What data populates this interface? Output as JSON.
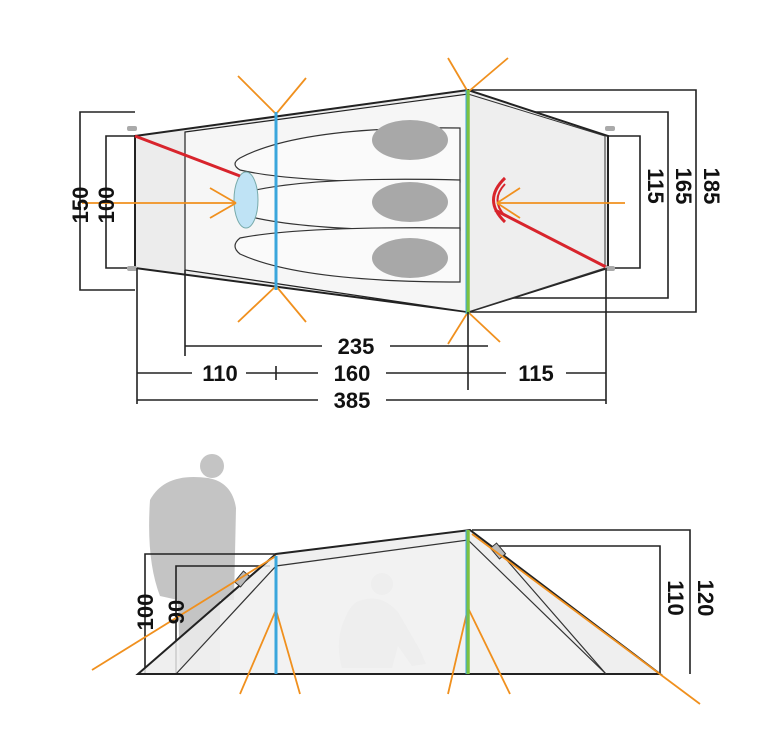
{
  "colors": {
    "guyline": "#f0901e",
    "pole_blue": "#3aa6dc",
    "pole_green": "#7cc242",
    "pole_red": "#d8242c",
    "tent_fill": "#ececec",
    "body_fill": "#f6f6f6",
    "silhouette": "#c4c4c4",
    "window": "#bfe3f5"
  },
  "icons": [
    "person-standing-icon",
    "person-sitting-icon",
    "sleeping-bag-icon"
  ],
  "top_view": {
    "dim_width_inner": "100",
    "dim_width_outer": "150",
    "dim_right_inner": "115",
    "dim_right_mid": "165",
    "dim_right_outer": "185",
    "dim_inner_length": "235",
    "dim_front": "110",
    "dim_middle": "160",
    "dim_rear": "115",
    "dim_total_length": "385"
  },
  "side_view": {
    "dim_front_outer": "100",
    "dim_front_inner": "90",
    "dim_rear_inner": "110",
    "dim_rear_outer": "120"
  }
}
